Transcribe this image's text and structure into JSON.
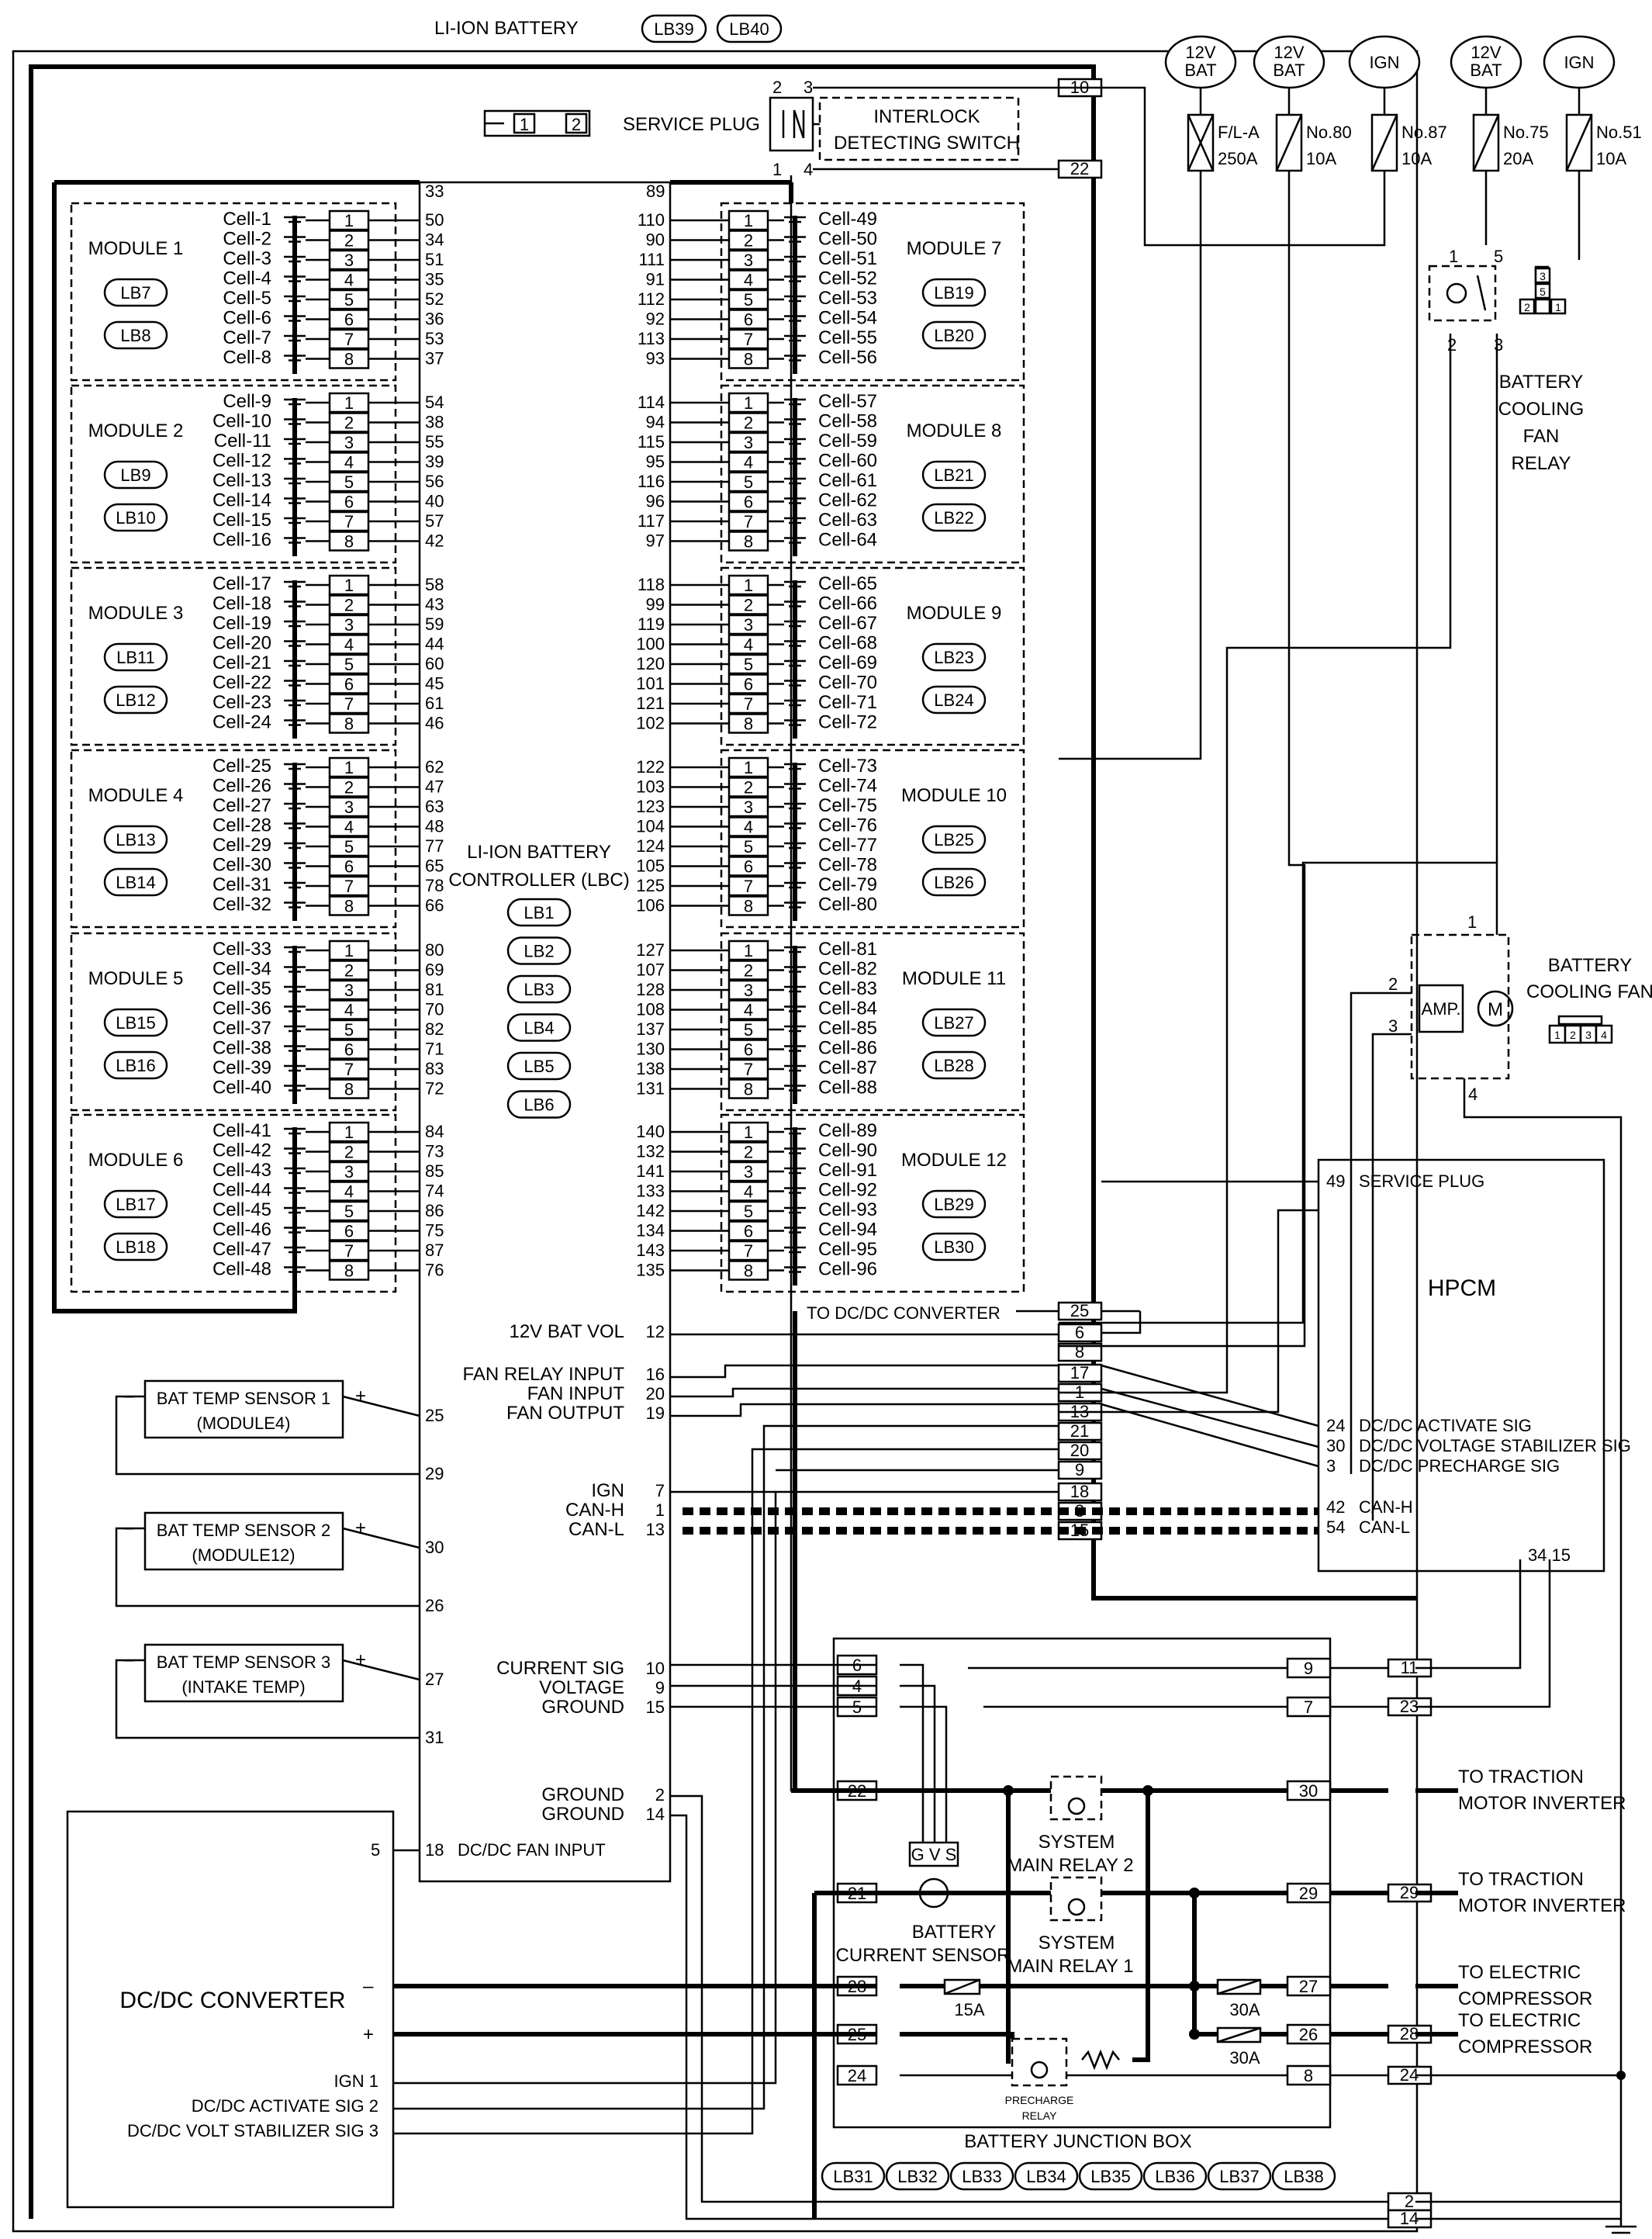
{
  "title": "LI-ION BATTERY",
  "title_connectors": [
    "LB39",
    "LB40"
  ],
  "service_plug": {
    "label": "SERVICE PLUG",
    "pins": [
      "2",
      "3",
      "1",
      "4"
    ],
    "icon_pins": [
      "1",
      "2"
    ],
    "interlock": [
      "INTERLOCK",
      "DETECTING SWITCH"
    ]
  },
  "controller": {
    "name": [
      "LI-ION BATTERY",
      "CONTROLLER (LBC)"
    ],
    "connectors": [
      "LB1",
      "LB2",
      "LB3",
      "LB4",
      "LB5",
      "LB6"
    ],
    "top_left_pin": "33",
    "top_right_pin": "89"
  },
  "modules_left": [
    {
      "name": "MODULE 1",
      "conns": [
        "LB7",
        "LB8"
      ],
      "cells": [
        "Cell-1",
        "Cell-2",
        "Cell-3",
        "Cell-4",
        "Cell-5",
        "Cell-6",
        "Cell-7",
        "Cell-8"
      ],
      "pins": [
        "50",
        "34",
        "51",
        "35",
        "52",
        "36",
        "53",
        "37"
      ]
    },
    {
      "name": "MODULE 2",
      "conns": [
        "LB9",
        "LB10"
      ],
      "cells": [
        "Cell-9",
        "Cell-10",
        "Cell-11",
        "Cell-12",
        "Cell-13",
        "Cell-14",
        "Cell-15",
        "Cell-16"
      ],
      "pins": [
        "54",
        "38",
        "55",
        "39",
        "56",
        "40",
        "57",
        "42"
      ]
    },
    {
      "name": "MODULE 3",
      "conns": [
        "LB11",
        "LB12"
      ],
      "cells": [
        "Cell-17",
        "Cell-18",
        "Cell-19",
        "Cell-20",
        "Cell-21",
        "Cell-22",
        "Cell-23",
        "Cell-24"
      ],
      "pins": [
        "58",
        "43",
        "59",
        "44",
        "60",
        "45",
        "61",
        "46"
      ]
    },
    {
      "name": "MODULE 4",
      "conns": [
        "LB13",
        "LB14"
      ],
      "cells": [
        "Cell-25",
        "Cell-26",
        "Cell-27",
        "Cell-28",
        "Cell-29",
        "Cell-30",
        "Cell-31",
        "Cell-32"
      ],
      "pins": [
        "62",
        "47",
        "63",
        "48",
        "77",
        "65",
        "78",
        "66"
      ]
    },
    {
      "name": "MODULE 5",
      "conns": [
        "LB15",
        "LB16"
      ],
      "cells": [
        "Cell-33",
        "Cell-34",
        "Cell-35",
        "Cell-36",
        "Cell-37",
        "Cell-38",
        "Cell-39",
        "Cell-40"
      ],
      "pins": [
        "80",
        "69",
        "81",
        "70",
        "82",
        "71",
        "83",
        "72"
      ]
    },
    {
      "name": "MODULE 6",
      "conns": [
        "LB17",
        "LB18"
      ],
      "cells": [
        "Cell-41",
        "Cell-42",
        "Cell-43",
        "Cell-44",
        "Cell-45",
        "Cell-46",
        "Cell-47",
        "Cell-48"
      ],
      "pins": [
        "84",
        "73",
        "85",
        "74",
        "86",
        "75",
        "87",
        "76"
      ]
    }
  ],
  "modules_right": [
    {
      "name": "MODULE 7",
      "conns": [
        "LB19",
        "LB20"
      ],
      "cells": [
        "Cell-49",
        "Cell-50",
        "Cell-51",
        "Cell-52",
        "Cell-53",
        "Cell-54",
        "Cell-55",
        "Cell-56"
      ],
      "pins": [
        "110",
        "90",
        "111",
        "91",
        "112",
        "92",
        "113",
        "93"
      ]
    },
    {
      "name": "MODULE 8",
      "conns": [
        "LB21",
        "LB22"
      ],
      "cells": [
        "Cell-57",
        "Cell-58",
        "Cell-59",
        "Cell-60",
        "Cell-61",
        "Cell-62",
        "Cell-63",
        "Cell-64"
      ],
      "pins": [
        "114",
        "94",
        "115",
        "95",
        "116",
        "96",
        "117",
        "97"
      ]
    },
    {
      "name": "MODULE 9",
      "conns": [
        "LB23",
        "LB24"
      ],
      "cells": [
        "Cell-65",
        "Cell-66",
        "Cell-67",
        "Cell-68",
        "Cell-69",
        "Cell-70",
        "Cell-71",
        "Cell-72"
      ],
      "pins": [
        "118",
        "99",
        "119",
        "100",
        "120",
        "101",
        "121",
        "102"
      ]
    },
    {
      "name": "MODULE 10",
      "conns": [
        "LB25",
        "LB26"
      ],
      "cells": [
        "Cell-73",
        "Cell-74",
        "Cell-75",
        "Cell-76",
        "Cell-77",
        "Cell-78",
        "Cell-79",
        "Cell-80"
      ],
      "pins": [
        "122",
        "103",
        "123",
        "104",
        "124",
        "105",
        "125",
        "106"
      ]
    },
    {
      "name": "MODULE 11",
      "conns": [
        "LB27",
        "LB28"
      ],
      "cells": [
        "Cell-81",
        "Cell-82",
        "Cell-83",
        "Cell-84",
        "Cell-85",
        "Cell-86",
        "Cell-87",
        "Cell-88"
      ],
      "pins": [
        "127",
        "107",
        "128",
        "108",
        "137",
        "130",
        "138",
        "131"
      ]
    },
    {
      "name": "MODULE 12",
      "conns": [
        "LB29",
        "LB30"
      ],
      "cells": [
        "Cell-89",
        "Cell-90",
        "Cell-91",
        "Cell-92",
        "Cell-93",
        "Cell-94",
        "Cell-95",
        "Cell-96"
      ],
      "pins": [
        "140",
        "132",
        "141",
        "133",
        "142",
        "134",
        "143",
        "135"
      ]
    }
  ],
  "connector_pins": [
    "1",
    "2",
    "3",
    "4",
    "5",
    "6",
    "7",
    "8"
  ],
  "temp_sensors": [
    {
      "name": "BAT TEMP SENSOR 1",
      "sub": "(MODULE4)",
      "minus": "–",
      "plus": "+",
      "pin_plus": "25",
      "pin_minus": "29"
    },
    {
      "name": "BAT TEMP SENSOR 2",
      "sub": "(MODULE12)",
      "minus": "–",
      "plus": "+",
      "pin_plus": "30",
      "pin_minus": "26"
    },
    {
      "name": "BAT TEMP SENSOR 3",
      "sub": "(INTAKE TEMP)",
      "minus": "–",
      "plus": "+",
      "pin_plus": "27",
      "pin_minus": "31"
    }
  ],
  "lbc_signals": [
    {
      "label": "12V BAT VOL",
      "pin": "12"
    },
    {
      "label": "FAN RELAY INPUT",
      "pin": "16"
    },
    {
      "label": "FAN INPUT",
      "pin": "20"
    },
    {
      "label": "FAN OUTPUT",
      "pin": "19"
    },
    {
      "label": "IGN",
      "pin": "7"
    },
    {
      "label": "CAN-H",
      "pin": "1"
    },
    {
      "label": "CAN-L",
      "pin": "13"
    },
    {
      "label": "CURRENT SIG",
      "pin": "10"
    },
    {
      "label": "VOLTAGE",
      "pin": "9"
    },
    {
      "label": "GROUND",
      "pin": "15"
    },
    {
      "label": "GROUND",
      "pin": "2"
    },
    {
      "label": "GROUND",
      "pin": "14"
    }
  ],
  "dcdc_fan_input": {
    "label": "DC/DC FAN INPUT",
    "pin": "18",
    "conv_pin": "5"
  },
  "harness_pins": {
    "top": [
      "10",
      "22"
    ],
    "mid": [
      "25",
      "6",
      "8",
      "17",
      "1",
      "13",
      "21",
      "20",
      "9",
      "18",
      "3",
      "15"
    ],
    "bottom": [
      "11",
      "23",
      "29",
      "28",
      "24",
      "2",
      "14"
    ],
    "to_dcdc_label": "TO DC/DC CONVERTER"
  },
  "power_sources": [
    {
      "top": [
        "12V",
        "BAT"
      ],
      "fuse": [
        "F/L-A",
        "250A"
      ]
    },
    {
      "top": [
        "12V",
        "BAT"
      ],
      "fuse": [
        "No.80",
        "10A"
      ]
    },
    {
      "top": [
        "IGN"
      ],
      "fuse": [
        "No.87",
        "10A"
      ]
    },
    {
      "top": [
        "12V",
        "BAT"
      ],
      "fuse": [
        "No.75",
        "20A"
      ]
    },
    {
      "top": [
        "IGN"
      ],
      "fuse": [
        "No.51",
        "10A"
      ]
    }
  ],
  "fan_relay": {
    "name": [
      "BATTERY",
      "COOLING",
      "FAN",
      "RELAY"
    ],
    "pins": [
      "1",
      "5",
      "2",
      "3"
    ],
    "conn_pins": [
      "3",
      "5",
      "2",
      "1"
    ]
  },
  "cooling_fan": {
    "name": [
      "BATTERY",
      "COOLING FAN"
    ],
    "amp": "AMP.",
    "motor": "M",
    "pins": [
      "1",
      "2",
      "3",
      "4"
    ],
    "conn_pins": [
      "1",
      "2",
      "3",
      "4"
    ]
  },
  "hpcm": {
    "name": "HPCM",
    "signals": [
      {
        "pin": "49",
        "label": "SERVICE PLUG"
      },
      {
        "pin": "24",
        "label": "DC/DC ACTIVATE SIG"
      },
      {
        "pin": "30",
        "label": "DC/DC VOLTAGE STABILIZER SIG"
      },
      {
        "pin": "3",
        "label": "DC/DC PRECHARGE SIG"
      },
      {
        "pin": "42",
        "label": "CAN-H"
      },
      {
        "pin": "54",
        "label": "CAN-L"
      }
    ],
    "bottom_pins": "34  15"
  },
  "junction_box": {
    "name": "BATTERY JUNCTION BOX",
    "connectors": [
      "LB31",
      "LB32",
      "LB33",
      "LB34",
      "LB35",
      "LB36",
      "LB37",
      "LB38"
    ],
    "left_pins": [
      "6",
      "4",
      "5",
      "22",
      "21",
      "28",
      "25",
      "24"
    ],
    "right_pins": [
      "9",
      "7",
      "30",
      "29",
      "27",
      "26",
      "8"
    ],
    "sensor": {
      "name": [
        "BATTERY",
        "CURRENT SENSOR"
      ],
      "code": "G V S"
    },
    "relay2": [
      "SYSTEM",
      "MAIN RELAY 2"
    ],
    "relay1": [
      "SYSTEM",
      "MAIN RELAY 1"
    ],
    "precharge": [
      "PRECHARGE",
      "RELAY"
    ],
    "fuses": [
      "15A",
      "30A",
      "30A"
    ]
  },
  "outputs": [
    [
      "TO TRACTION",
      "MOTOR INVERTER"
    ],
    [
      "TO TRACTION",
      "MOTOR INVERTER"
    ],
    [
      "TO ELECTRIC",
      "COMPRESSOR"
    ],
    [
      "TO ELECTRIC",
      "COMPRESSOR"
    ]
  ],
  "dcdc_converter": {
    "name": "DC/DC CONVERTER",
    "minus": "–",
    "plus": "+",
    "signals": [
      "IGN 1",
      "DC/DC ACTIVATE SIG 2",
      "DC/DC VOLT STABILIZER SIG 3"
    ]
  }
}
